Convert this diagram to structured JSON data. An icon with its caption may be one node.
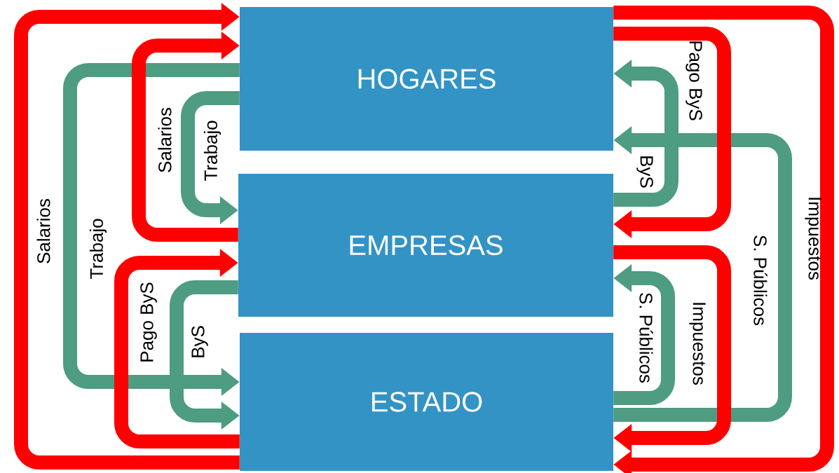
{
  "diagram": {
    "nodes": [
      {
        "text": [
          "HOGARES"
        ]
      },
      {
        "text": [
          "EMPRESAS"
        ]
      },
      {
        "text": [
          "ESTADO"
        ]
      }
    ],
    "edges": [
      {
        "from": 2,
        "to": 0,
        "arrow": "to",
        "label": "Salarios",
        "color": "#ff0000"
      },
      {
        "from": 0,
        "to": 2,
        "arrow": "to",
        "label": "Trabajo",
        "color": "#4e9c82"
      },
      {
        "from": 1,
        "to": 0,
        "arrow": "to",
        "label": "Salarios",
        "color": "#ff0000"
      },
      {
        "from": 0,
        "to": 1,
        "arrow": "to",
        "label": "Trabajo",
        "color": "#4e9c82"
      },
      {
        "from": 2,
        "to": 1,
        "arrow": "to",
        "label": "Pago ByS",
        "color": "#ff0000"
      },
      {
        "from": 1,
        "to": 2,
        "arrow": "to",
        "label": "ByS",
        "color": "#4e9c82"
      },
      {
        "from": 1,
        "to": 0,
        "arrow": "to",
        "label": "ByS",
        "color": "#4e9c82"
      },
      {
        "from": 0,
        "to": 1,
        "arrow": "to",
        "label": "Pago ByS",
        "color": "#ff0000"
      },
      {
        "from": 2,
        "to": 0,
        "arrow": "to",
        "label": "S. Públicos",
        "color": "#4e9c82"
      },
      {
        "from": 0,
        "to": 2,
        "arrow": "to",
        "label": "Impuestos",
        "color": "#ff0000"
      },
      {
        "from": 2,
        "to": 1,
        "arrow": "to",
        "label": "S. Públicos",
        "color": "#4e9c82"
      },
      {
        "from": 1,
        "to": 2,
        "arrow": "to",
        "label": "Impuestos",
        "color": "#ff0000"
      }
    ]
  }
}
